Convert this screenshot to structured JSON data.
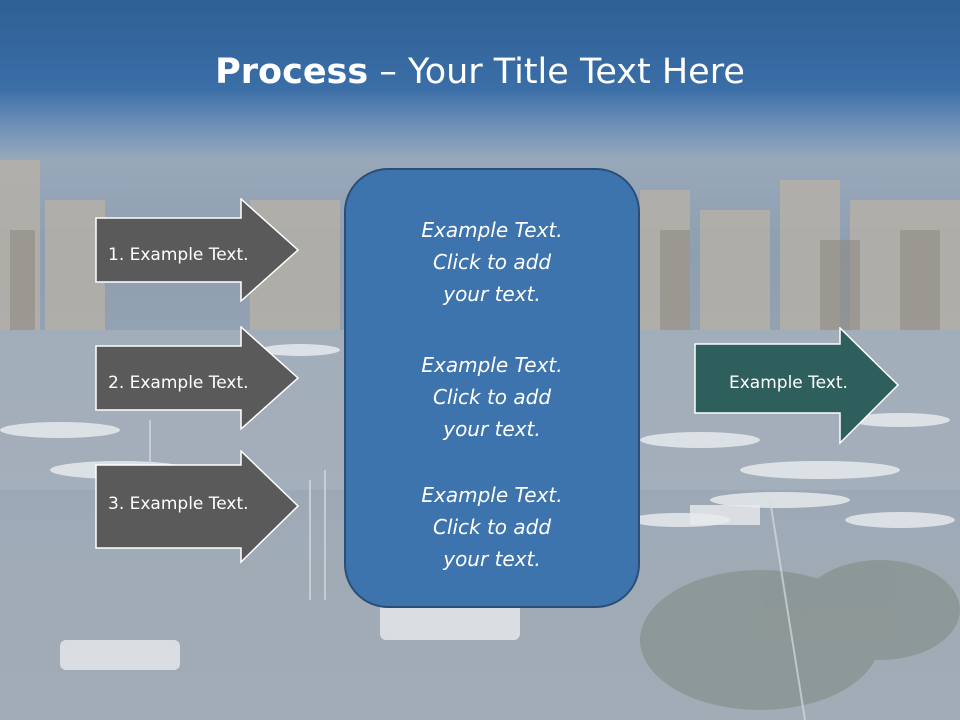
{
  "slide": {
    "title_bold": "Process",
    "title_rest": " – Your Title Text Here",
    "colors": {
      "title_band": "#3a6ea7",
      "left_arrow_fill": "#5a5a5a",
      "right_arrow_fill": "#2f5f5d",
      "panel_fill": "#3e74ae"
    }
  },
  "left_steps": [
    {
      "label": "1. Example Text."
    },
    {
      "label": "2. Example Text."
    },
    {
      "label": "3. Example Text."
    }
  ],
  "center_panel": {
    "blocks": [
      {
        "line1": "Example Text.",
        "line2": "Click  to add",
        "line3": "your text."
      },
      {
        "line1": "Example Text.",
        "line2": "Click  to add",
        "line3": "your text."
      },
      {
        "line1": "Example Text.",
        "line2": "Click  to add",
        "line3": "your text."
      }
    ]
  },
  "right_output": {
    "label": "Example Text."
  }
}
